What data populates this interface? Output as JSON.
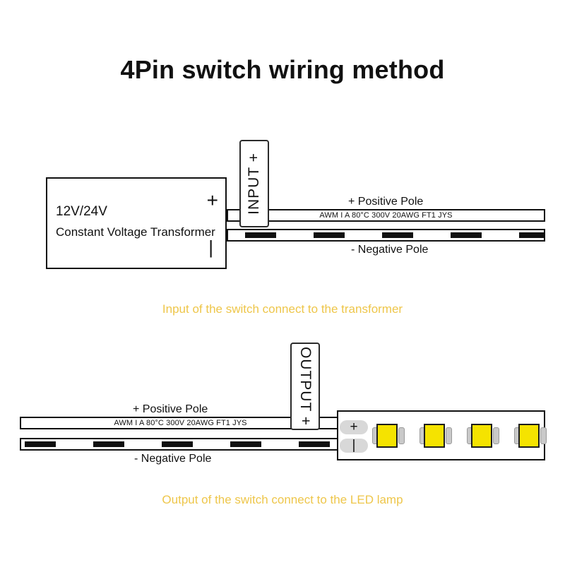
{
  "title": "4Pin switch wiring method",
  "transformer": {
    "voltage": "12V/24V",
    "name": "Constant Voltage Transformer",
    "positive_terminal": "+",
    "negative_terminal": "|"
  },
  "switches": {
    "input": {
      "label": "INPUT +"
    },
    "output": {
      "label": "OUTPUT +"
    }
  },
  "wires": {
    "positive_label": "+ Positive Pole",
    "negative_label": "- Negative Pole",
    "cable_marking": "AWM I A   80°C 300V 20AWG FT1 JYS"
  },
  "led_strip": {
    "pad_positive": "+",
    "pad_negative": "|",
    "led_count": 4,
    "led_color": "#f5e300"
  },
  "captions": {
    "top": "Input of the switch connect to the transformer",
    "bottom": "Output of the switch connect to the LED lamp"
  },
  "colors": {
    "line": "#111111",
    "caption": "#eec64a",
    "led": "#f5e300",
    "pad": "#d8d8d8",
    "background": "#ffffff"
  }
}
